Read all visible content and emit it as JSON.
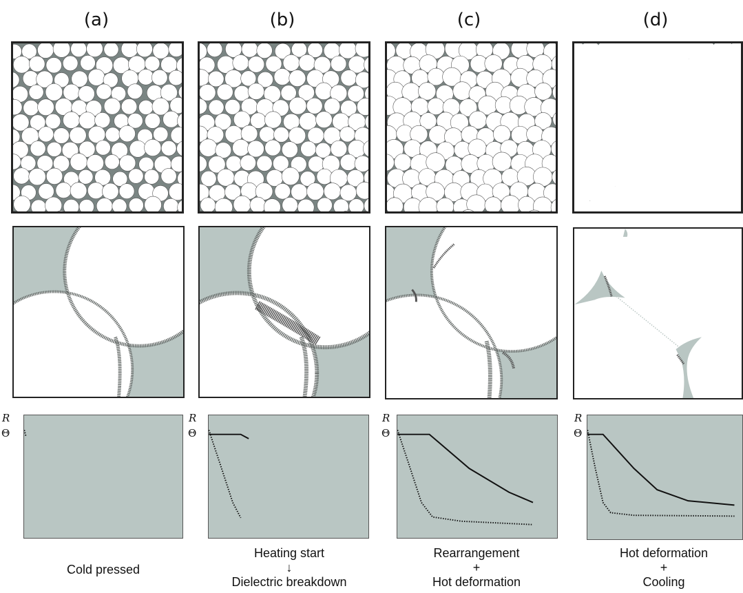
{
  "columns": [
    {
      "id": "a",
      "label": "(a)",
      "caption_lines": [
        "Cold pressed"
      ],
      "micro": {
        "grain_fill": "#ffffff",
        "matrix": "#7a8583",
        "fraction_matrix": 0.3
      },
      "curves": {
        "theta": [
          [
            0,
            1.0
          ]
        ],
        "r": [
          [
            0,
            1.05
          ],
          [
            0.01,
            0.98
          ]
        ]
      }
    },
    {
      "id": "b",
      "label": "(b)",
      "caption_lines": [
        "Heating start",
        "↓",
        "Dielectric breakdown"
      ],
      "micro": {
        "grain_fill": "#ffffff",
        "matrix": "#7a8583",
        "fraction_matrix": 0.28
      },
      "curves": {
        "theta": [
          [
            0,
            1.0
          ],
          [
            0.2,
            1.0
          ],
          [
            0.25,
            0.95
          ]
        ],
        "r": [
          [
            0,
            1.05
          ],
          [
            0.08,
            0.6
          ],
          [
            0.15,
            0.2
          ],
          [
            0.2,
            0.02
          ]
        ]
      }
    },
    {
      "id": "c",
      "label": "(c)",
      "caption_lines": [
        "Rearrangement",
        "+",
        "Hot deformation"
      ],
      "micro": {
        "grain_fill": "#ffffff",
        "matrix": "#7a8583",
        "fraction_matrix": 0.22
      },
      "curves": {
        "theta": [
          [
            0,
            1.0
          ],
          [
            0.2,
            1.0
          ],
          [
            0.45,
            0.6
          ],
          [
            0.7,
            0.32
          ],
          [
            0.85,
            0.2
          ]
        ],
        "r": [
          [
            0,
            1.05
          ],
          [
            0.08,
            0.6
          ],
          [
            0.15,
            0.2
          ],
          [
            0.22,
            0.03
          ],
          [
            0.4,
            -0.02
          ],
          [
            0.85,
            -0.06
          ]
        ]
      }
    },
    {
      "id": "d",
      "label": "(d)",
      "caption_lines": [
        "Hot deformation",
        "+",
        "Cooling"
      ],
      "micro": {
        "grain_fill": "#ffffff",
        "matrix": "#7a8583",
        "fraction_matrix": 0.08
      },
      "curves": {
        "theta": [
          [
            0,
            1.0
          ],
          [
            0.1,
            1.0
          ],
          [
            0.3,
            0.6
          ],
          [
            0.45,
            0.35
          ],
          [
            0.65,
            0.22
          ],
          [
            0.95,
            0.17
          ]
        ],
        "r": [
          [
            0,
            1.05
          ],
          [
            0.05,
            0.6
          ],
          [
            0.1,
            0.2
          ],
          [
            0.15,
            0.08
          ],
          [
            0.3,
            0.05
          ],
          [
            0.95,
            0.04
          ]
        ]
      }
    }
  ],
  "axis": {
    "r": "R",
    "theta": "Θ"
  },
  "colors": {
    "stroke": "#111111",
    "matrix": "#7a8583",
    "zoom_fill": "#b9c6c3",
    "grain": "#ffffff"
  }
}
